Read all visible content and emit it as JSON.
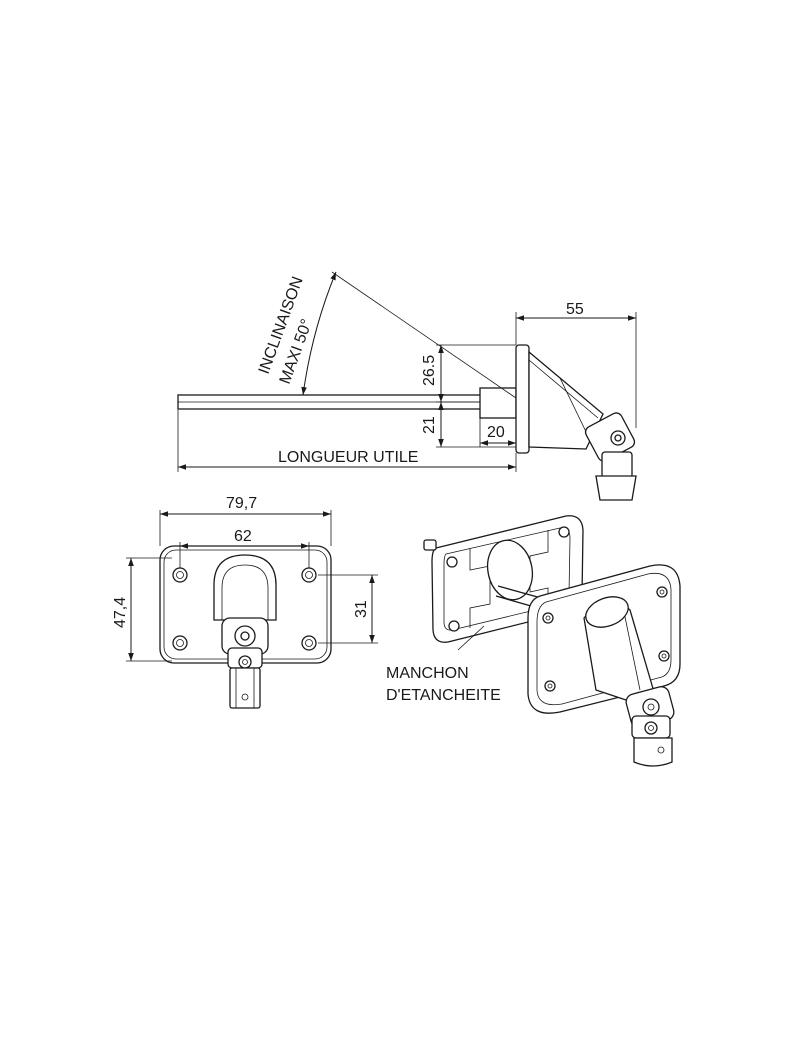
{
  "side_view": {
    "inclination_line1": "INCLINAISON",
    "inclination_line2": "MAXI 50°",
    "dim_width": "55",
    "dim_height_upper": "26.5",
    "dim_height_lower": "21",
    "dim_offset": "20",
    "length_label": "LONGUEUR UTILE"
  },
  "front_view": {
    "dim_overall_width": "79,7",
    "dim_hole_spacing_x": "62",
    "dim_overall_height": "47,4",
    "dim_hole_spacing_y": "31"
  },
  "iso_view": {
    "seal_label_line1": "MANCHON",
    "seal_label_line2": "D'ETANCHEITE"
  }
}
